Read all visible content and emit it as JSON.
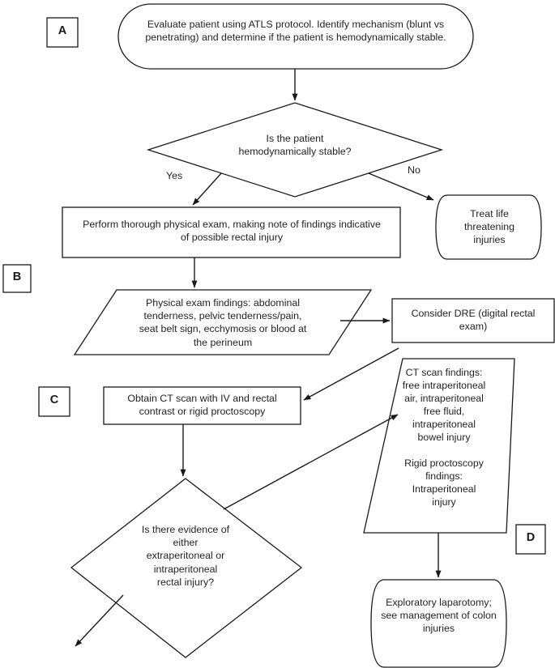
{
  "diagram": {
    "title": "Rectal injury management algorithm flowchart",
    "background_color": "#ffffff",
    "line_color": "#1a1a1a",
    "text_color": "#231f20"
  },
  "tags": [
    {
      "id": "tag-a",
      "label": "A"
    },
    {
      "id": "tag-b",
      "label": "B"
    },
    {
      "id": "tag-c",
      "label": "C"
    },
    {
      "id": "tag-d",
      "label": "D"
    }
  ],
  "nodes": {
    "start": {
      "shape": "stadium",
      "text": "Evaluate patient using ATLS protocol. Identify mechanism (blunt vs penetrating) and determine if the patient is hemodynamically stable."
    },
    "decision_stable": {
      "shape": "diamond",
      "text": "Is the patient\nhemodynamically stable?"
    },
    "treat_life_threatening": {
      "shape": "rounded-sides",
      "text": "Treat life\nthreatening\ninjuries"
    },
    "physical_exam": {
      "shape": "rectangle",
      "text": "Perform thorough physical exam, making note of findings indicative\nof possible rectal injury"
    },
    "exam_findings": {
      "shape": "parallelogram",
      "text": "Physical exam findings: abdominal\ntenderness, pelvic tenderness/pain,\nseat belt sign, ecchymosis or blood at\nthe perineum"
    },
    "consider_dre": {
      "shape": "rectangle",
      "text": "Consider DRE (digital rectal\nexam)"
    },
    "obtain_ct": {
      "shape": "rectangle",
      "text": "Obtain CT scan with IV and rectal\ncontrast or rigid proctoscopy"
    },
    "ct_findings": {
      "shape": "parallelogram",
      "text": "CT scan findings:\nfree intraperitoneal\nair, intraperitoneal\nfree fluid,\nintraperitoneal\nbowel injury\n\nRigid proctoscopy\nfindings:\nIntraperitoneal\ninjury"
    },
    "decision_evidence": {
      "shape": "diamond",
      "text": "Is there evidence of\neither\nextraperitoneal or\nintraperitoneal\nrectal injury?"
    },
    "laparotomy": {
      "shape": "rounded-sides",
      "text": "Exploratory laparotomy;\nsee management of colon\ninjuries"
    }
  },
  "edge_labels": {
    "yes": "Yes",
    "no": "No"
  }
}
